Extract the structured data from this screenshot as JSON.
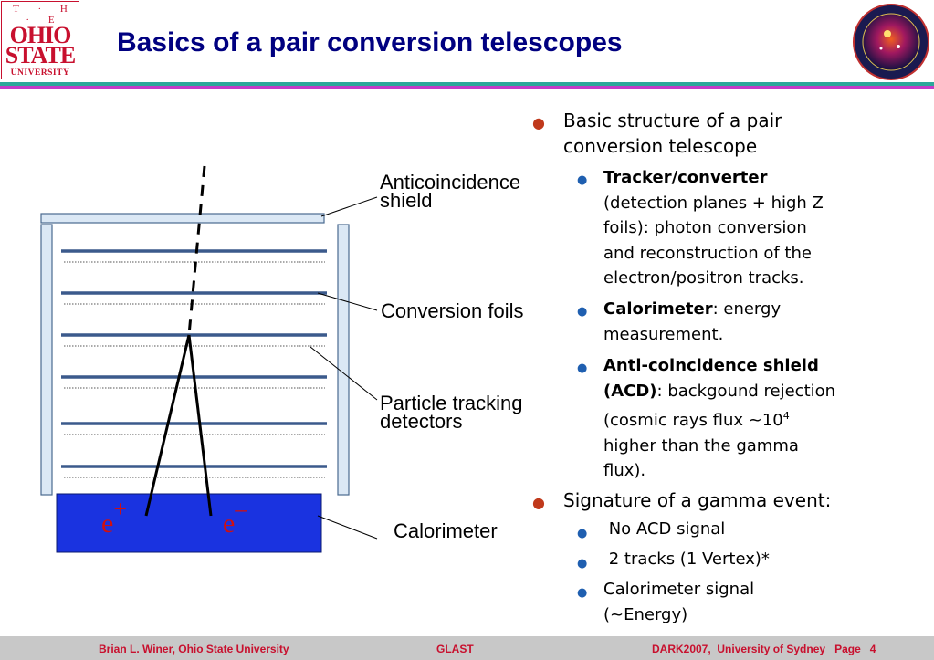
{
  "header": {
    "title": "Basics of a pair conversion telescopes",
    "logo_left": {
      "line1": "T · H · E",
      "line2": "OHIO",
      "line3": "STATE",
      "line4": "UNIVERSITY"
    },
    "logo_right_icon": "glast-logo-icon"
  },
  "diagram": {
    "labels": {
      "acd_line1": "Anticoincidence",
      "acd_line2": "shield",
      "foils": "Conversion foils",
      "tracking_line1": "Particle tracking",
      "tracking_line2": "detectors",
      "calorimeter": "Calorimeter"
    },
    "particles": {
      "positron": "e",
      "positron_sup": "+",
      "electron": "e",
      "electron_sup": "–"
    }
  },
  "bullets": {
    "b1": {
      "text": "Basic structure of a pair conversion telescope"
    },
    "b1a": {
      "bold": "Tracker/converter",
      "line1_rest": "",
      "rest1": "(detection planes + high Z",
      "rest2": "foils): photon conversion",
      "rest3": "and reconstruction of the",
      "rest4": "electron/positron tracks."
    },
    "b1b": {
      "bold": "Calorimeter",
      "rest1": ": energy",
      "rest2": "measurement."
    },
    "b1c": {
      "bold1": "Anti-coincidence shield",
      "bold2": "(ACD)",
      "rest1": ": backgound rejection",
      "rest2a": "(cosmic rays flux ~10",
      "rest2sup": "4",
      "rest3": "higher than the gamma",
      "rest4": "flux)."
    },
    "b2": {
      "text": "Signature of a gamma event:"
    },
    "b2a": {
      "text": " No ACD signal"
    },
    "b2b": {
      "text": " 2 tracks (1 Vertex)*"
    },
    "b2c": {
      "line1": "Calorimeter signal",
      "line2": "(~Energy)"
    }
  },
  "footer": {
    "left": "Brian L. Winer, Ohio State University",
    "center": "GLAST",
    "right": "DARK2007,  University of Sydney   Page   4"
  },
  "colors": {
    "title": "#000080",
    "rule_top": "#2ba89a",
    "rule_bottom": "#c43bc8",
    "bullet_level1": "#c0391b",
    "bullet_level2": "#1f5fb0",
    "calorimeter_fill": "#1a33e0",
    "particle_label": "#d01010",
    "footer_text": "#c8102e"
  }
}
